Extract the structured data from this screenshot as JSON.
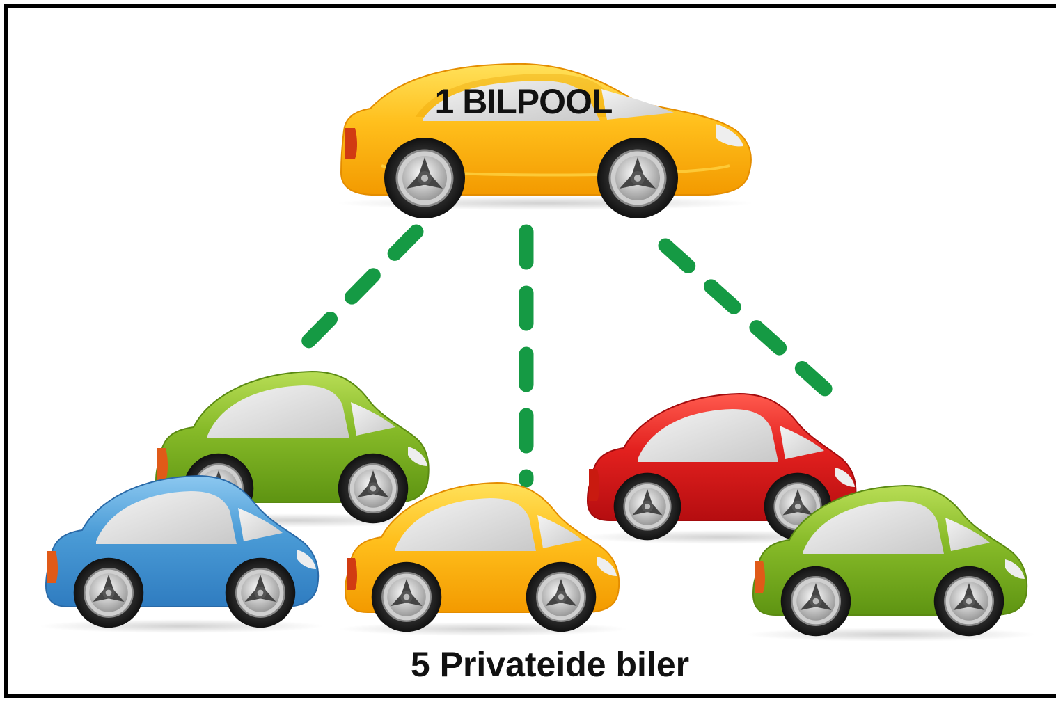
{
  "pool_label": "1 BILPOOL",
  "private_label": "5 Privateide biler",
  "colors": {
    "connector": "#159a44",
    "pool_car": "#ffb400",
    "green_car": "#7fb321",
    "blue_car": "#3f95d2",
    "red_car": "#e0181b"
  },
  "cars": [
    {
      "id": "pool-car",
      "role": "bilpool",
      "color": "yellow"
    },
    {
      "id": "private-car-green-back",
      "role": "private",
      "color": "green"
    },
    {
      "id": "private-car-blue",
      "role": "private",
      "color": "blue"
    },
    {
      "id": "private-car-yellow",
      "role": "private",
      "color": "yellow"
    },
    {
      "id": "private-car-red",
      "role": "private",
      "color": "red"
    },
    {
      "id": "private-car-green-front",
      "role": "private",
      "color": "green"
    }
  ]
}
